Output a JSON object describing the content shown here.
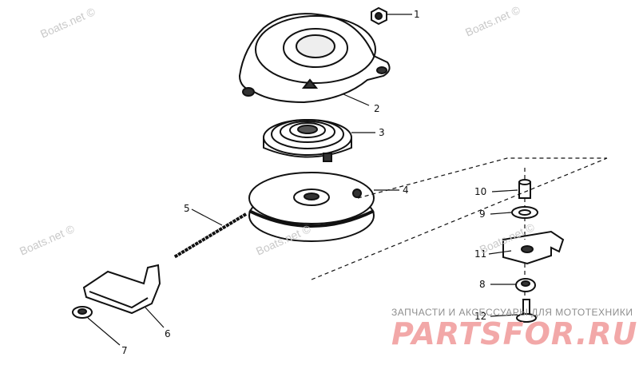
{
  "watermark": "Boats.net ©",
  "callouts": {
    "p1": "1",
    "p2": "2",
    "p3": "3",
    "p4": "4",
    "p5": "5",
    "p6": "6",
    "p7": "7",
    "p8": "8",
    "p9": "9",
    "p10": "10",
    "p11": "11",
    "p12": "12"
  },
  "brand": {
    "tagline": "ЗАПЧАСТИ И АКСЕССУАРЫ ДЛЯ МОТОТЕХНИКИ",
    "logo": "PARTSFOR.RU"
  },
  "colors": {
    "ink": "#111111",
    "watermark": "#c9c9c9",
    "brand": "#f2a8a8"
  }
}
